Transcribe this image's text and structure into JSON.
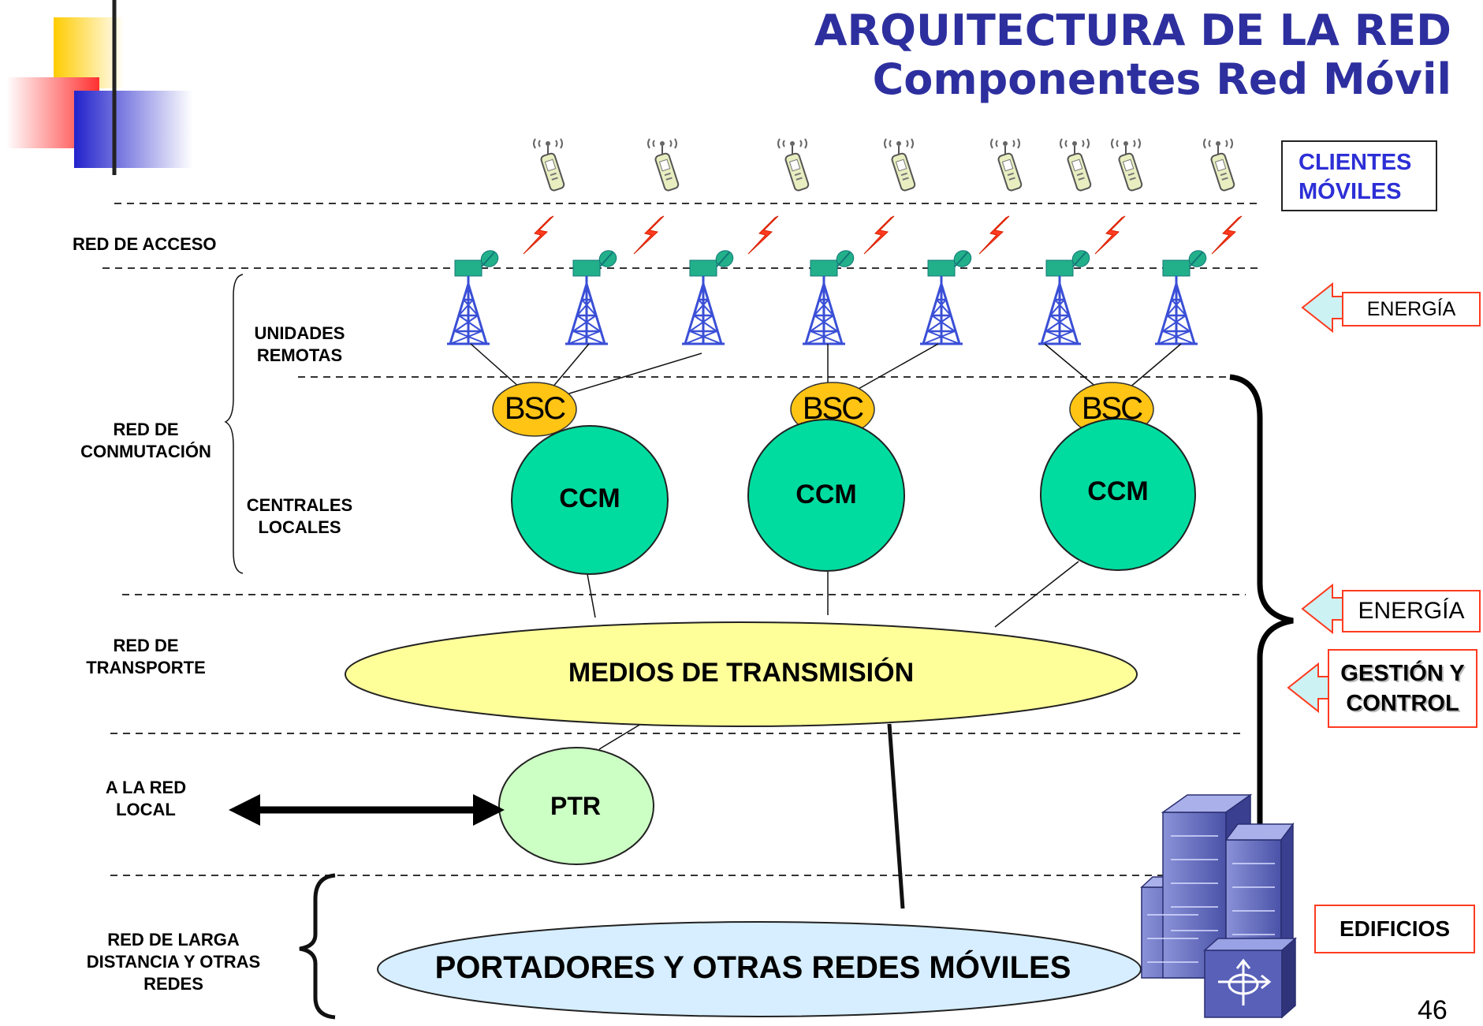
{
  "title": {
    "line1": "ARQUITECTURA DE LA RED",
    "line2": "Componentes Red Móvil"
  },
  "left_labels": {
    "red_acceso": "RED  DE  ACCESO",
    "unidades_remotas": "UNIDADES REMOTAS",
    "red_conmutacion": "RED  DE CONMUTACIÓN",
    "centrales_locales": "CENTRALES LOCALES",
    "red_transporte": "RED DE TRANSPORTE",
    "a_la_red_local": "A LA RED LOCAL",
    "red_larga_distancia": "RED DE LARGA DISTANCIA Y OTRAS REDES"
  },
  "nodes": {
    "bsc": [
      "BSC",
      "BSC",
      "BSC"
    ],
    "ccm": [
      "CCM",
      "CCM",
      "CCM"
    ],
    "transmision": "MEDIOS DE TRANSMISIÓN",
    "ptr": "PTR",
    "portadores": "PORTADORES Y OTRAS  REDES MÓVILES"
  },
  "right_labels": {
    "clientes_moviles": "CLIENTES MÓVILES",
    "energia_1": "ENERGÍA",
    "energia_2": "ENERGÍA",
    "gestion_control": "GESTIÓN Y CONTROL",
    "edificios": "EDIFICIOS"
  },
  "page_number": "46",
  "colors": {
    "title": "#2d2f9f",
    "bsc_fill": "#ffc414",
    "ccm_fill": "#00dca0",
    "transmision_fill": "#ffff9a",
    "ptr_fill": "#ccffc4",
    "portadores_fill": "#d6eeff",
    "tower": "#3a4fd6",
    "lightning": "#ff3b1f",
    "box_border": "#ff3b1f",
    "arrow_fill": "#ccf2f4"
  }
}
